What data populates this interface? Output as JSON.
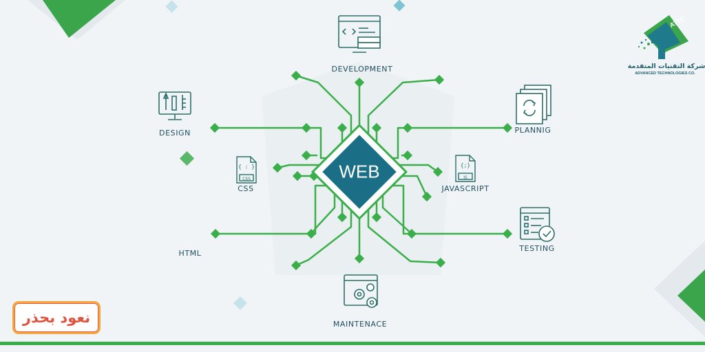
{
  "diagram": {
    "hub_label": "WEB",
    "nodes": [
      {
        "id": "development",
        "label": "DEVELOPMENT",
        "icon": "code-window-icon"
      },
      {
        "id": "design",
        "label": "DESIGN",
        "icon": "design-tools-icon"
      },
      {
        "id": "planning",
        "label": "PLANNIG",
        "icon": "planning-docs-icon"
      },
      {
        "id": "css",
        "label": "CSS",
        "icon": "css-file-icon"
      },
      {
        "id": "javascript",
        "label": "JAVASCRIPT",
        "icon": "js-file-icon"
      },
      {
        "id": "html",
        "label": "HTML",
        "icon": ""
      },
      {
        "id": "testing",
        "label": "TESTING",
        "icon": "checklist-icon"
      },
      {
        "id": "maintenance",
        "label": "MAINTENACE",
        "icon": "gears-window-icon"
      }
    ]
  },
  "logo": {
    "mark_text": "ATTC",
    "arabic_name": "شركة التقنيات المتقدمة",
    "english_name": "ADVANCED TECHNOLOGIES CO."
  },
  "badge": {
    "text": "نعود بحذر"
  },
  "colors": {
    "trace_green": "#3aae4a",
    "hub_fill": "#1a6f86",
    "label_text": "#1f4e5f",
    "icon_stroke": "#2c6e6a",
    "corner_green": "#2e9e44",
    "diamond_blue": "#c6e2ea",
    "badge_red": "#e0533e",
    "badge_orange": "#f0a93a",
    "bottom_bar": "#3aae4a"
  }
}
